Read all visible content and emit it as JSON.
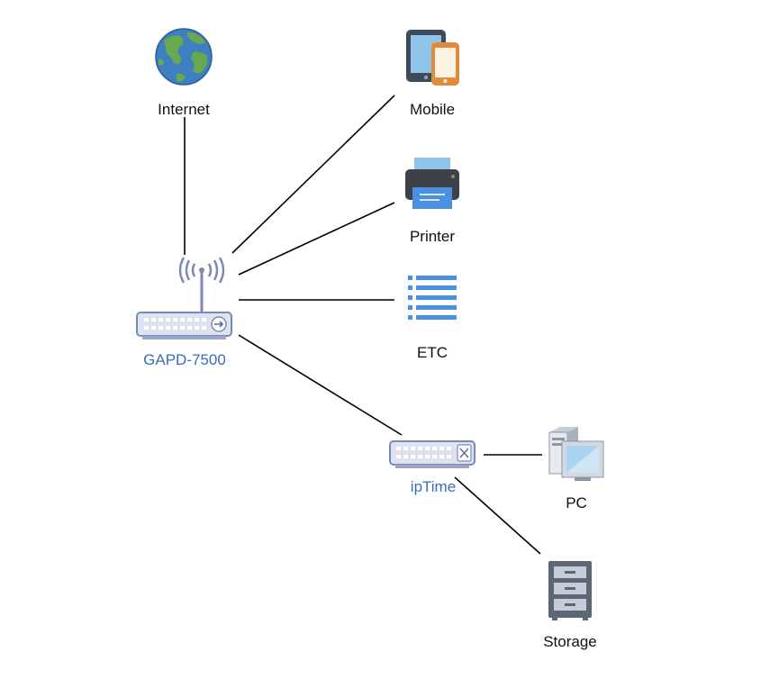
{
  "nodes": {
    "internet": {
      "label": "Internet",
      "icon": "globe-icon"
    },
    "mobile": {
      "label": "Mobile",
      "icon": "mobile-devices-icon"
    },
    "printer": {
      "label": "Printer",
      "icon": "printer-icon"
    },
    "etc": {
      "label": "ETC",
      "icon": "list-icon"
    },
    "gapd": {
      "label": "GAPD-7500",
      "icon": "wireless-router-icon"
    },
    "iptime": {
      "label": "ipTime",
      "icon": "network-switch-icon"
    },
    "pc": {
      "label": "PC",
      "icon": "desktop-pc-icon"
    },
    "storage": {
      "label": "Storage",
      "icon": "file-cabinet-icon"
    }
  },
  "colors": {
    "device_label": "#3b6bbf",
    "text": "#111111",
    "edge": "#000000",
    "globe_ocean": "#3d7fc1",
    "globe_land": "#6aa84f",
    "device_body": "#dfe3ef",
    "device_outline": "#7a8ab8",
    "list_blue": "#4a8fe2"
  }
}
